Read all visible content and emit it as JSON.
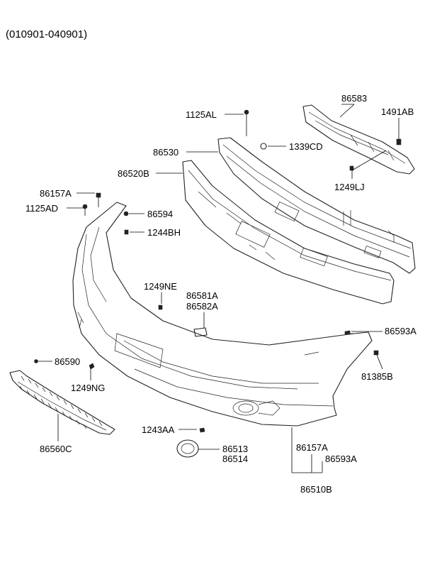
{
  "header": {
    "date_range": "(010901-040901)"
  },
  "labels": {
    "p86583": "86583",
    "p1491AB": "1491AB",
    "p1125AL": "1125AL",
    "p1339CD": "1339CD",
    "p86530": "86530",
    "p86520B": "86520B",
    "p1249LJ": "1249LJ",
    "p86157A_top": "86157A",
    "p1125AD": "1125AD",
    "p86594": "86594",
    "p1244BH": "1244BH",
    "p1249NE": "1249NE",
    "p86581A": "86581A",
    "p86582A": "86582A",
    "p86593A_right": "86593A",
    "p81385B": "81385B",
    "p86590": "86590",
    "p1249NG": "1249NG",
    "p86560C": "86560C",
    "p1243AA": "1243AA",
    "p86513": "86513",
    "p86514": "86514",
    "p86157A_bottom": "86157A",
    "p86593A_bottom": "86593A",
    "p86510B": "86510B"
  },
  "icons": [
    "bolt-icon",
    "screw-icon",
    "clip-icon",
    "nut-icon"
  ]
}
